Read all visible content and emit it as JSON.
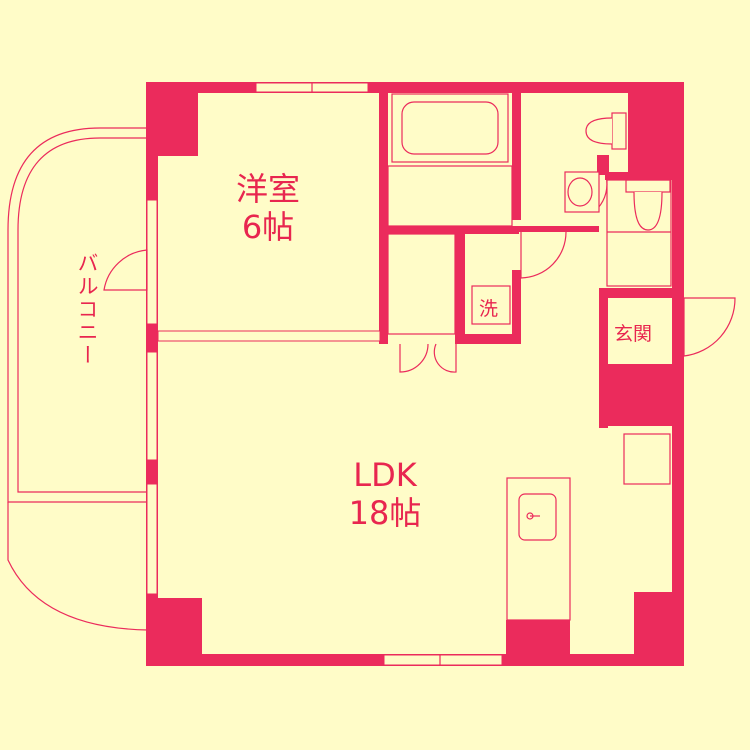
{
  "rooms": {
    "western_room": {
      "name": "洋室",
      "size": "6帖"
    },
    "ldk": {
      "name": "LDK",
      "size": "18帖"
    },
    "balcony": {
      "name": "バルコニー"
    },
    "washroom": {
      "name": "洗"
    },
    "entrance": {
      "name": "玄関"
    }
  },
  "colors": {
    "background": "#fffcc8",
    "walls": "#eb2b5c"
  }
}
